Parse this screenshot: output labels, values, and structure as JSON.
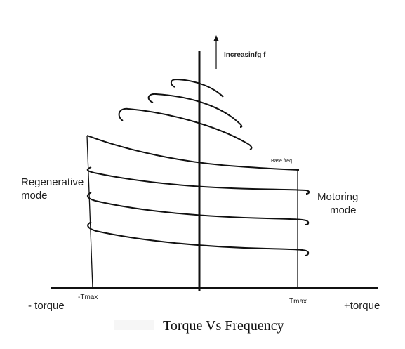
{
  "figure": {
    "caption": "Torque Vs Frequency",
    "arrow_label": "Increasinfg f",
    "base_freq_label": "Base freq.",
    "left_region_label": [
      "Regenerative",
      "mode"
    ],
    "right_region_label": [
      "Motoring",
      "mode"
    ],
    "axis": {
      "neg_torque": "- torque",
      "pos_torque": "+torque",
      "neg_tmax": "-Tmax",
      "pos_tmax": "Tmax"
    },
    "colors": {
      "ink": "#111111",
      "background": "#ffffff"
    }
  }
}
